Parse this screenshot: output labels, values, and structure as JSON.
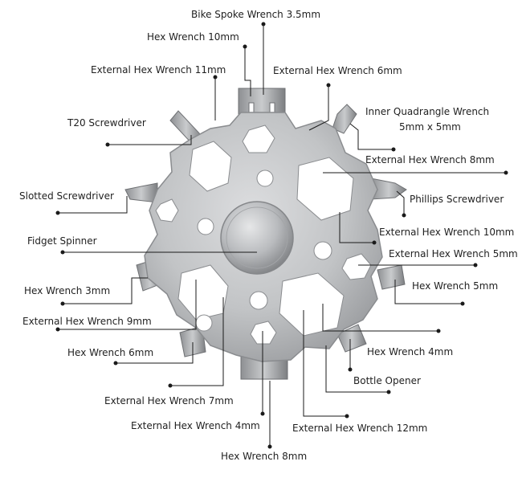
{
  "labels": {
    "bike_spoke_wrench_3_5": "Bike Spoke Wrench 3.5mm",
    "hex_wrench_10": "Hex Wrench 10mm",
    "external_hex_wrench_11": "External Hex Wrench 11mm",
    "external_hex_wrench_6": "External Hex Wrench 6mm",
    "inner_quadrangle_line1": "Inner Quadrangle Wrench",
    "inner_quadrangle_line2": "5mm x 5mm",
    "t20_screwdriver": "T20 Screwdriver",
    "external_hex_wrench_8": "External Hex Wrench 8mm",
    "slotted_screwdriver": "Slotted Screwdriver",
    "phillips_screwdriver": "Phillips Screwdriver",
    "fidget_spinner": "Fidget Spinner",
    "external_hex_wrench_10": "External Hex Wrench 10mm",
    "external_hex_wrench_5": "External Hex Wrench 5mm",
    "hex_wrench_3": "Hex Wrench 3mm",
    "hex_wrench_5": "Hex Wrench 5mm",
    "external_hex_wrench_9": "External Hex Wrench 9mm",
    "hex_wrench_6": "Hex Wrench 6mm",
    "hex_wrench_4": "Hex Wrench 4mm",
    "bottle_opener": "Bottle Opener",
    "external_hex_wrench_7": "External Hex Wrench 7mm",
    "external_hex_wrench_4": "External Hex Wrench 4mm",
    "external_hex_wrench_12": "External Hex Wrench 12mm",
    "hex_wrench_8": "Hex Wrench 8mm"
  },
  "colors": {
    "steel_light": "#d4d5d7",
    "steel_mid": "#a9abae",
    "steel_dark": "#76787b",
    "leader": "#1a1a1a",
    "text": "#1f1f1f"
  }
}
